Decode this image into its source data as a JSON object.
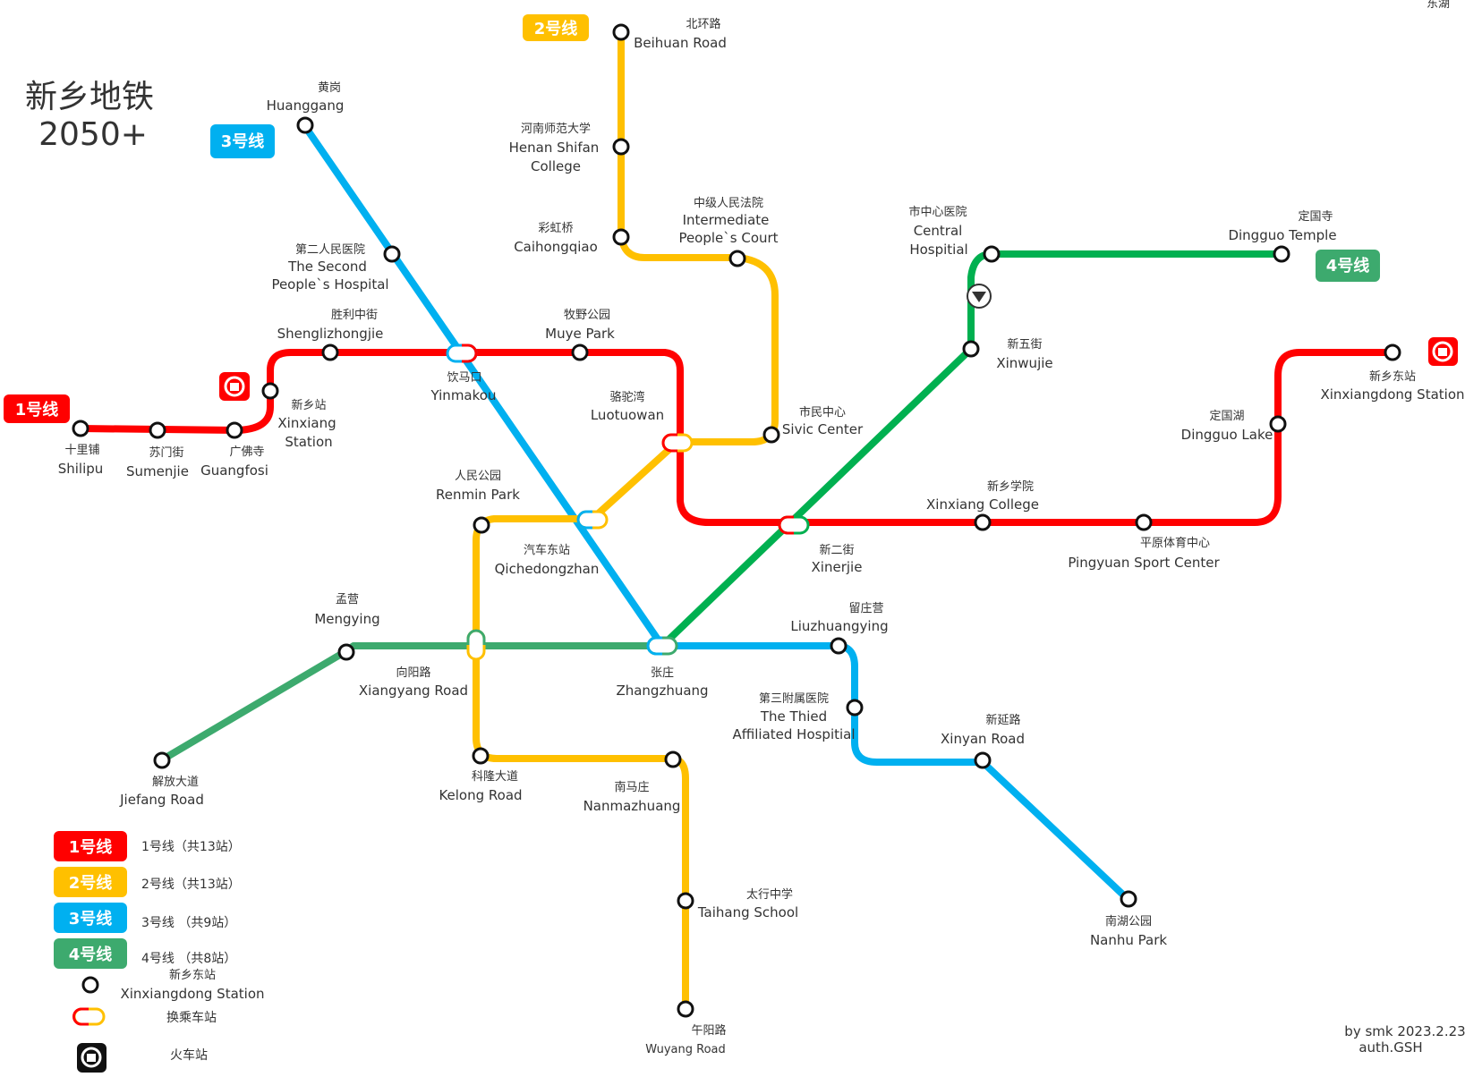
{
  "title_line1": "新乡地铁",
  "title_line2": "2050+",
  "corner_text": "东湖",
  "colors": {
    "line1": "#ff0000",
    "line2": "#ffc000",
    "line3": "#00b0f0",
    "line4": "#3daa6e",
    "line4_alt": "#00b050",
    "station_fill": "#ffffff",
    "station_stroke": "#111111"
  },
  "badges": {
    "line1": "1号线",
    "line2": "2号线",
    "line3": "3号线",
    "line4": "4号线"
  },
  "stations": {
    "shilipu": {
      "zh": "十里铺",
      "en": "Shilipu"
    },
    "sumenjie": {
      "zh": "苏门街",
      "en": "Sumenjie"
    },
    "guangfosi": {
      "zh": "广佛寺",
      "en": "Guangfosi"
    },
    "xinxiang_station": {
      "zh": "新乡站",
      "en1": "Xinxiang",
      "en2": "Station"
    },
    "shenglizhongjie": {
      "zh": "胜利中街",
      "en": "Shenglizhongjie"
    },
    "yinmakou": {
      "zh": "饮马口",
      "en": "Yinmakou"
    },
    "muye_park": {
      "zh": "牧野公园",
      "en": "Muye Park"
    },
    "luotuowan": {
      "zh": "骆驼湾",
      "en": "Luotuowan"
    },
    "xinerjie": {
      "zh": "新二街",
      "en": "Xinerjie"
    },
    "xinxiang_college": {
      "zh": "新乡学院",
      "en": "Xinxiang College"
    },
    "pingyuan_sport": {
      "zh": "平原体育中心",
      "en": "Pingyuan Sport Center"
    },
    "dingguo_lake": {
      "zh": "定国湖",
      "en": "Dingguo Lake"
    },
    "xinxiangdong": {
      "zh": "新乡东站",
      "en": "Xinxiangdong Station"
    },
    "beihuan": {
      "zh": "北环路",
      "en": "Beihuan Road"
    },
    "henan_shifan": {
      "zh": "河南师范大学",
      "en1": "Henan Shifan",
      "en2": "College"
    },
    "caihongqiao": {
      "zh": "彩虹桥",
      "en": "Caihongqiao"
    },
    "court": {
      "zh": "中级人民法院",
      "en1": "Intermediate",
      "en2": "People`s Court"
    },
    "sivic_center": {
      "zh": "市民中心",
      "en": "Sivic Center"
    },
    "qichedongzhan": {
      "zh": "汽车东站",
      "en": "Qichedongzhan"
    },
    "renmin_park": {
      "zh": "人民公园",
      "en": "Renmin Park"
    },
    "xiangyang": {
      "zh": "向阳路",
      "en": "Xiangyang Road"
    },
    "kelong": {
      "zh": "科隆大道",
      "en": "Kelong Road"
    },
    "nanmazhuang": {
      "zh": "南马庄",
      "en": "Nanmazhuang"
    },
    "taihang": {
      "zh": "太行中学",
      "en": "Taihang School"
    },
    "wuyang": {
      "zh": "午阳路",
      "en": "Wuyang Road"
    },
    "huanggang": {
      "zh": "黄岗",
      "en": "Huanggang"
    },
    "second_hospital": {
      "zh": "第二人民医院",
      "en1": "The Second",
      "en2": "People`s Hospital"
    },
    "zhangzhuang": {
      "zh": "张庄",
      "en": "Zhangzhuang"
    },
    "liuzhuangying": {
      "zh": "留庄营",
      "en": "Liuzhuangying"
    },
    "third_hospital": {
      "zh": "第三附属医院",
      "en1": "The Thied",
      "en2": "Affiliated Hospitial"
    },
    "xinyan": {
      "zh": "新延路",
      "en": "Xinyan Road"
    },
    "nanhu": {
      "zh": "南湖公园",
      "en": "Nanhu Park"
    },
    "jiefang": {
      "zh": "解放大道",
      "en": "Jiefang Road"
    },
    "mengying": {
      "zh": "孟营",
      "en": "Mengying"
    },
    "xinwujie": {
      "zh": "新五街",
      "en": "Xinwujie"
    },
    "central_hospital": {
      "zh": "市中心医院",
      "en1": "Central",
      "en2": "Hospitial"
    },
    "dingguo_temple": {
      "zh": "定国寺",
      "en": "Dingguo Temple"
    }
  },
  "legend": {
    "line1": "1号线（共13站）",
    "line2": "2号线（共13站）",
    "line3": "3号线 （共9站）",
    "line4": "4号线 （共8站）",
    "station_zh": "新乡东站",
    "station_en": "Xinxiangdong Station",
    "transfer": "换乘车站",
    "railway": "火车站"
  },
  "credit": {
    "line1": "by smk   2023.2.23",
    "line2": "auth.GSH"
  }
}
